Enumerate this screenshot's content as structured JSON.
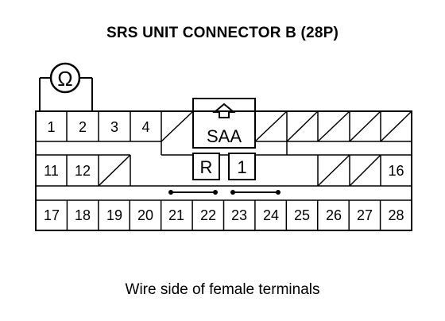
{
  "title": "SRS UNIT CONNECTOR B (28P)",
  "caption": "Wire side of female terminals",
  "ohmmeter_symbol": "Ω",
  "ohmmeter_icon": "ohmmeter-icon",
  "lock_label": "SAA",
  "lock_icon": "up-arrow-icon",
  "boxes": [
    "R",
    "1"
  ],
  "row1_labels": [
    "1",
    "2",
    "3",
    "4"
  ],
  "row2_labels": [
    "11",
    "12",
    "16"
  ],
  "row3_labels": [
    "17",
    "18",
    "19",
    "20",
    "21",
    "22",
    "23",
    "24",
    "25",
    "26",
    "27",
    "28"
  ]
}
